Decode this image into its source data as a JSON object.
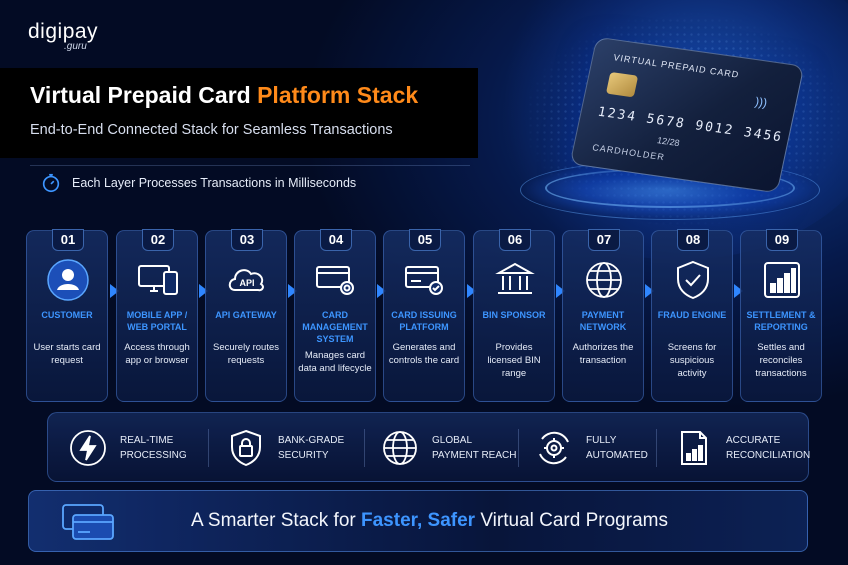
{
  "brand": {
    "logo": "digipay",
    "logo_sub": ".guru"
  },
  "header": {
    "title_main": "Virtual Prepaid Card",
    "title_accent": "Platform Stack",
    "subtitle": "End-to-End Connected Stack for Seamless Transactions",
    "speed_note": "Each Layer Processes Transactions in Milliseconds"
  },
  "card": {
    "title": "VIRTUAL PREPAID CARD",
    "number": "1234 5678 9012 3456",
    "expiry": "12/28",
    "holder": "CARDHOLDER"
  },
  "steps": [
    {
      "num": "01",
      "label": "CUSTOMER",
      "desc": "User starts card request",
      "icon": "user-icon"
    },
    {
      "num": "02",
      "label": "MOBILE APP / WEB PORTAL",
      "desc": "Access through app or browser",
      "icon": "devices-icon"
    },
    {
      "num": "03",
      "label": "API GATEWAY",
      "desc": "Securely routes requests",
      "icon": "api-cloud-icon"
    },
    {
      "num": "04",
      "label": "CARD MANAGEMENT SYSTEM",
      "desc": "Manages card data and lifecycle",
      "icon": "card-gear-icon"
    },
    {
      "num": "05",
      "label": "CARD ISSUING PLATFORM",
      "desc": "Generates and controls the card",
      "icon": "card-check-icon"
    },
    {
      "num": "06",
      "label": "BIN SPONSOR",
      "desc": "Provides licensed BIN range",
      "icon": "bank-icon"
    },
    {
      "num": "07",
      "label": "PAYMENT NETWORK",
      "desc": "Authorizes the transaction",
      "icon": "globe-icon"
    },
    {
      "num": "08",
      "label": "FRAUD ENGINE",
      "desc": "Screens for suspicious activity",
      "icon": "shield-check-icon"
    },
    {
      "num": "09",
      "label": "SETTLEMENT & REPORTING",
      "desc": "Settles and reconciles transactions",
      "icon": "bar-chart-icon"
    }
  ],
  "features": [
    {
      "label": "REAL-TIME\nPROCESSING",
      "icon": "lightning-icon"
    },
    {
      "label": "BANK-GRADE\nSECURITY",
      "icon": "lock-icon"
    },
    {
      "label": "GLOBAL\nPAYMENT REACH",
      "icon": "globe-icon"
    },
    {
      "label": "FULLY\nAUTOMATED",
      "icon": "gear-cycle-icon"
    },
    {
      "label": "ACCURATE\nRECONCILIATION",
      "icon": "report-icon"
    }
  ],
  "banner": {
    "text_before": "A Smarter Stack for ",
    "text_accent": "Faster, Safer",
    "text_after": " Virtual Card Programs"
  },
  "colors": {
    "accent_orange": "#ff8a1a",
    "accent_blue": "#3d95ff",
    "background": "#030b24"
  }
}
